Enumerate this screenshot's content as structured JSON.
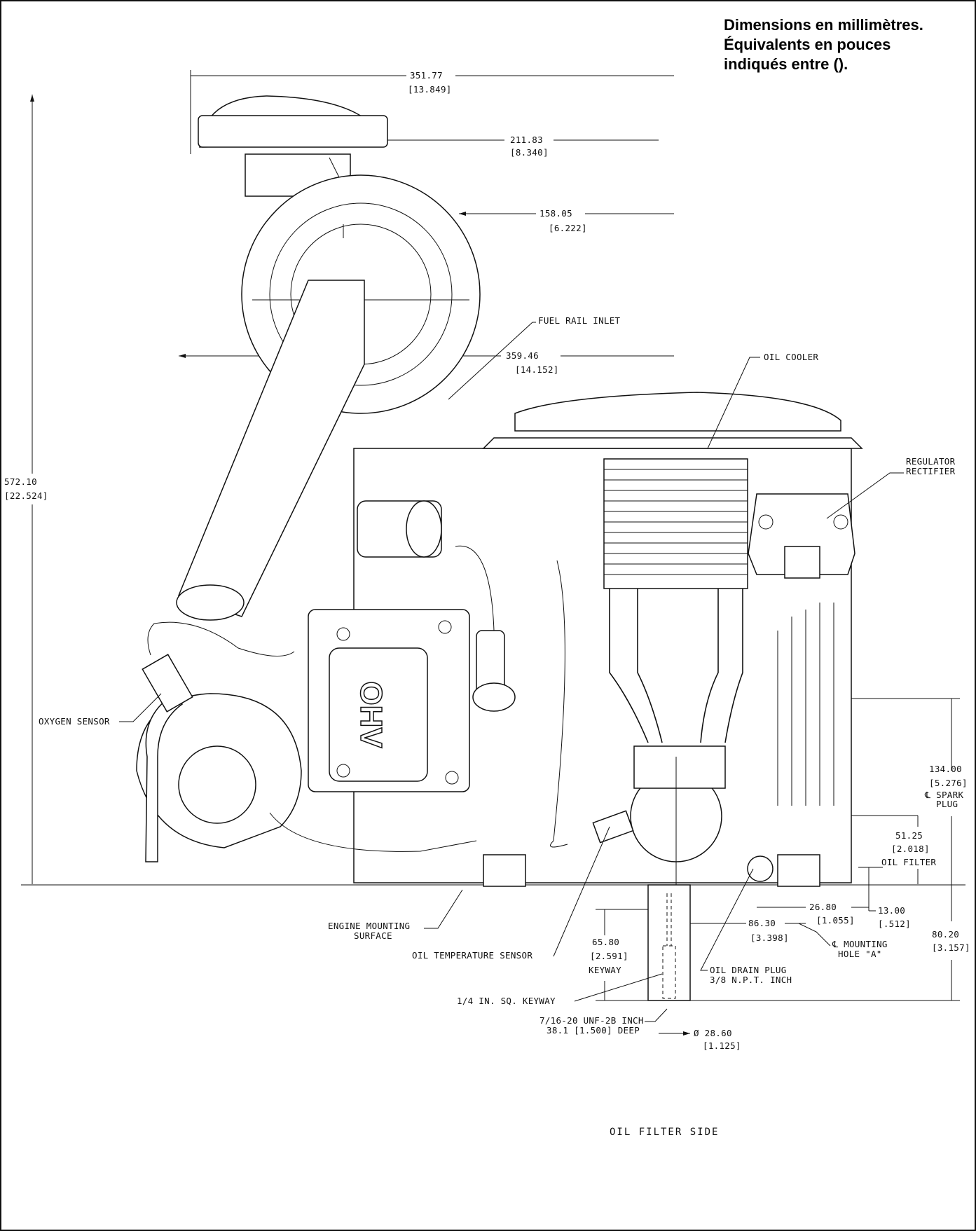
{
  "note": {
    "line1": "Dimensions en millimètres.",
    "line2": "Équivalents en pouces",
    "line3": "indiqués entre ()."
  },
  "dimensions": {
    "d1": {
      "mm": "351.77",
      "in": "[13.849]"
    },
    "d2": {
      "mm": "211.83",
      "in": "[8.340]"
    },
    "d3": {
      "mm": "158.05",
      "in": "[6.222]"
    },
    "d4": {
      "mm": "359.46",
      "in": "[14.152]"
    },
    "d5": {
      "mm": "572.10",
      "in": "[22.524]"
    },
    "d6": {
      "mm": "134.00",
      "in": "[5.276]",
      "note1": "℄ SPARK",
      "note2": "PLUG"
    },
    "d7": {
      "mm": "51.25",
      "in": "[2.018]",
      "note": "OIL FILTER"
    },
    "d8": {
      "mm": "26.80",
      "in": "[1.055]"
    },
    "d9": {
      "mm": "13.00",
      "in": "[.512]"
    },
    "d10": {
      "mm": "86.30",
      "in": "[3.398]"
    },
    "d11": {
      "mm": "80.20",
      "in": "[3.157]"
    },
    "d12": {
      "mm": "65.80",
      "in": "[2.591]",
      "note": "KEYWAY"
    },
    "d13": {
      "mm": "Ø 28.60",
      "in": "[1.125]"
    }
  },
  "labels": {
    "fuel_rail_inlet": "FUEL RAIL INLET",
    "oil_cooler": "OIL COOLER",
    "regulator_1": "REGULATOR",
    "regulator_2": "RECTIFIER",
    "oxygen_sensor": "OXYGEN SENSOR",
    "mounting_1": "ENGINE MOUNTING",
    "mounting_2": "SURFACE",
    "oil_temp": "OIL TEMPERATURE SENSOR",
    "keyway": "1/4 IN. SQ. KEYWAY",
    "thread_1": "7/16-20 UNF-2B INCH",
    "thread_2": "38.1 [1.500] DEEP",
    "drain_1": "OIL DRAIN PLUG",
    "drain_2": "3/8 N.P.T. INCH",
    "mount_hole_1": "℄ MOUNTING",
    "mount_hole_2": "HOLE \"A\"",
    "ohv": "OHV",
    "view_title": "OIL FILTER SIDE"
  }
}
